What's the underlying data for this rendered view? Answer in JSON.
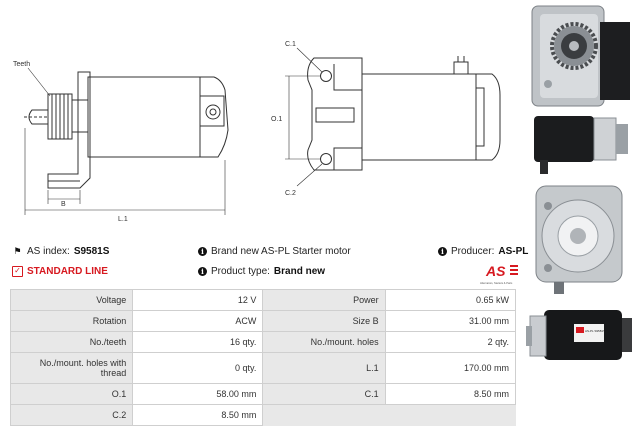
{
  "drawing": {
    "label_teeth": "Teeth",
    "label_b": "B",
    "label_l1": "L.1",
    "label_c1": "C.1",
    "label_o1": "O.1",
    "label_c2": "C.2"
  },
  "info": {
    "as_index_label": "AS index:",
    "as_index_value": "S9581S",
    "description": "Brand new AS-PL Starter motor",
    "producer_label": "Producer:",
    "producer_value": "AS-PL",
    "standard_line": "STANDARD LINE",
    "product_type_label": "Product type:",
    "product_type_value": "Brand new"
  },
  "logo": {
    "mark": "AS",
    "tagline": "Alternators, Starters & Parts",
    "color": "#d71920"
  },
  "specs": {
    "rows": [
      {
        "k1": "Voltage",
        "v1": "12 V",
        "k2": "Power",
        "v2": "0.65 kW"
      },
      {
        "k1": "Rotation",
        "v1": "ACW",
        "k2": "Size B",
        "v2": "31.00 mm"
      },
      {
        "k1": "No./teeth",
        "v1": "16 qty.",
        "k2": "No./mount. holes",
        "v2": "2 qty."
      },
      {
        "k1": "No./mount. holes with thread",
        "v1": "0 qty.",
        "k2": "L.1",
        "v2": "170.00 mm"
      },
      {
        "k1": "O.1",
        "v1": "58.00 mm",
        "k2": "C.1",
        "v2": "8.50 mm"
      },
      {
        "k1": "C.2",
        "v1": "8.50 mm",
        "k2": "",
        "v2": ""
      }
    ]
  },
  "photos": {
    "label_text": "AS-PL S9581S"
  }
}
